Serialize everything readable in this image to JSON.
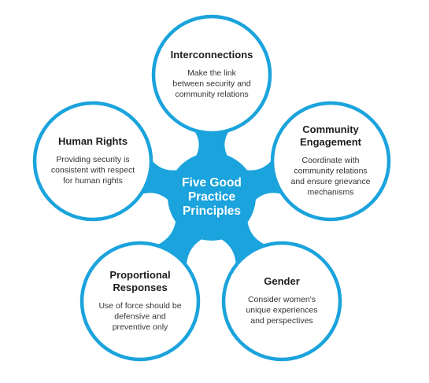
{
  "colors": {
    "accent": "#1aa3dc",
    "node_fill": "#ffffff",
    "text_dark": "#1e1e1e",
    "center_text": "#ffffff"
  },
  "center": {
    "lines": [
      "Five Good",
      "Practice",
      "Principles"
    ]
  },
  "principles": [
    {
      "id": "interconnections",
      "title_lines": [
        "Interconnections"
      ],
      "desc_lines": [
        "Make the link",
        "between security and",
        "community relations"
      ]
    },
    {
      "id": "community-engagement",
      "title_lines": [
        "Community",
        "Engagement"
      ],
      "desc_lines": [
        "Coordinate with",
        "community relations",
        "and ensure grievance",
        "mechanisms"
      ]
    },
    {
      "id": "gender",
      "title_lines": [
        "Gender"
      ],
      "desc_lines": [
        "Consider women's",
        "unique experiences",
        "and perspectives"
      ]
    },
    {
      "id": "proportional-responses",
      "title_lines": [
        "Proportional",
        "Responses"
      ],
      "desc_lines": [
        "Use of force should be",
        "defensive and",
        "preventive only"
      ]
    },
    {
      "id": "human-rights",
      "title_lines": [
        "Human Rights"
      ],
      "desc_lines": [
        "Providing security is",
        "consistent with respect",
        "for human rights"
      ]
    }
  ]
}
